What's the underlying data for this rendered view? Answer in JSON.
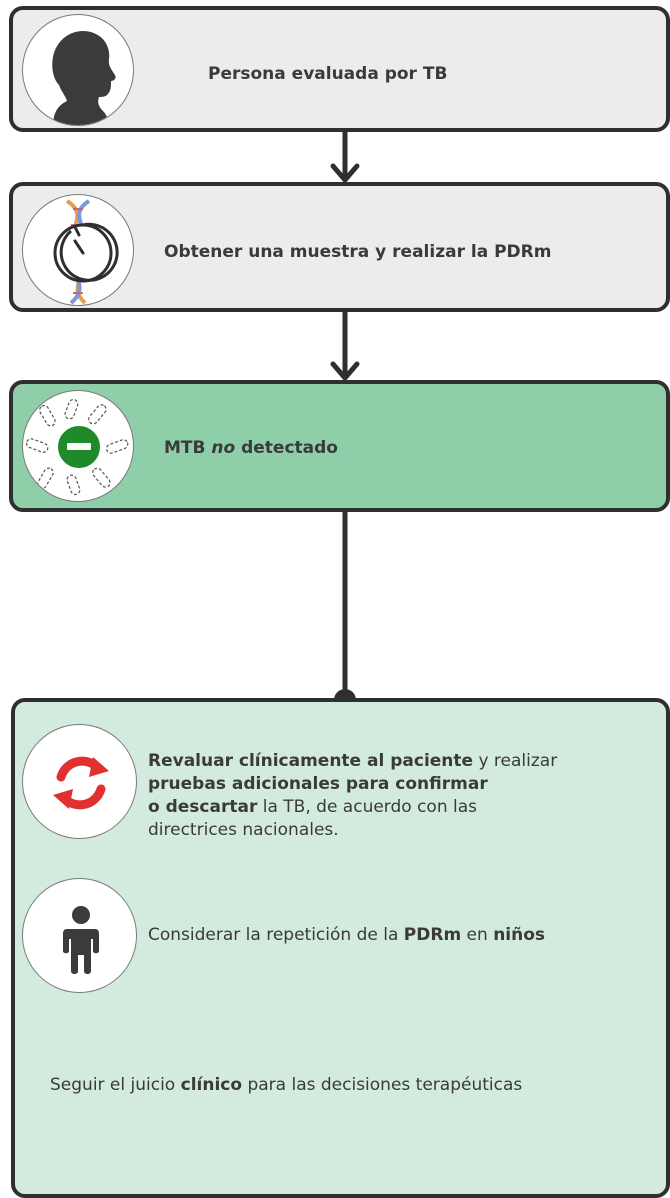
{
  "steps": [
    {
      "text": "Persona evaluada por TB",
      "icon": "person-silhouette-icon"
    },
    {
      "text": "Obtener una muestra y realizar la PDRm",
      "icon": "dna-timer-icon"
    },
    {
      "text_before": "MTB ",
      "text_italic": "no",
      "text_after": " detectado",
      "icon": "bacteria-negative-icon"
    }
  ],
  "actions": {
    "revaluar": {
      "icon": "refresh-icon",
      "p1": "Revaluar clínicamente al paciente",
      "p2": " y realizar ",
      "p3": "pruebas adicionales para confirmar",
      "p4": "o descartar",
      "p5": " la TB, de acuerdo con las",
      "p6": "directrices nacionales."
    },
    "considerar": {
      "icon": "child-icon",
      "p1": "Considerar la repetición de la ",
      "p2": "PDRm",
      "p3": " en ",
      "p4": "niños"
    },
    "seguir": {
      "p1": "Seguir el juicio ",
      "p2": "clínico",
      "p3": " para las decisiones terapéuticas"
    }
  },
  "colors": {
    "grey_box": "#ececec",
    "green_box": "#8ecfa9",
    "light_green_box": "#d3ebde",
    "border": "#2f2f2f",
    "negative_badge": "#1e8a2a",
    "refresh_icon": "#e03030"
  }
}
